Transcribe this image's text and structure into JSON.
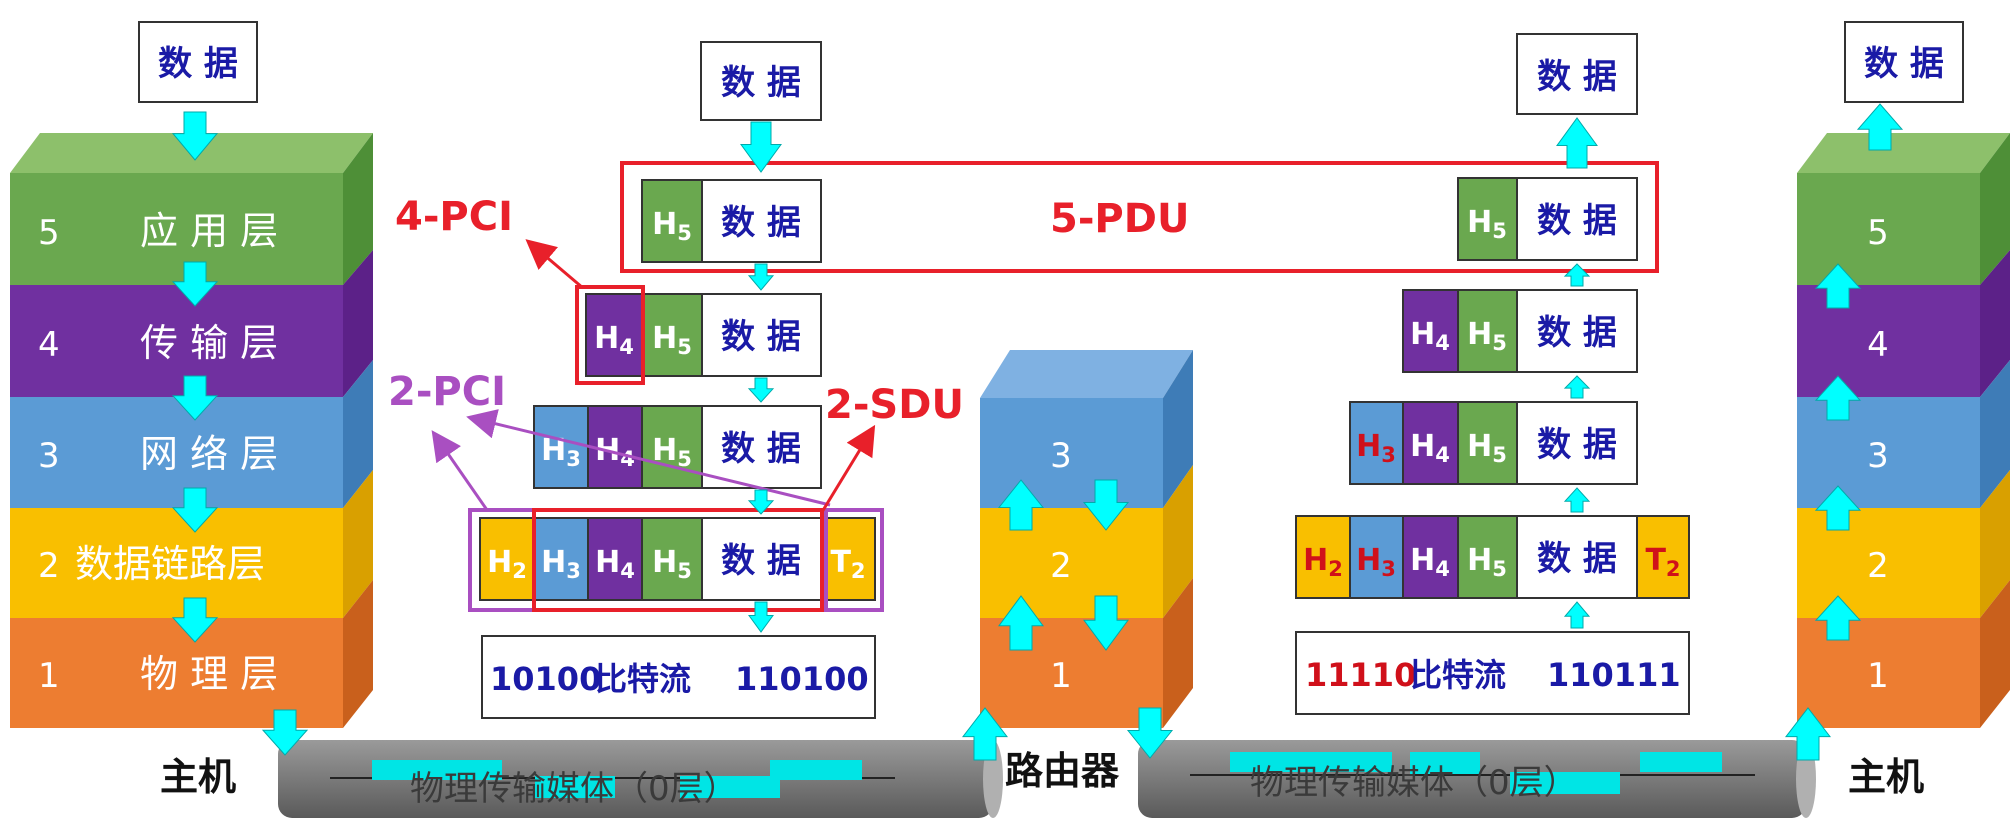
{
  "colors": {
    "l5": "#6aa84f",
    "l4": "#7030a0",
    "l3": "#5b9bd5",
    "l2": "#f9bf00",
    "l1": "#ed7d31",
    "arrow": "#00ffff",
    "red": "#e8202a",
    "purple": "#a94fc1",
    "blue": "#1a1aa6",
    "h_red": "#d0101a"
  },
  "labels": {
    "data": "数 据",
    "host": "主机",
    "router": "路由器",
    "medium": "物理传输媒体（0层）",
    "pci4": "4-PCI",
    "pci2": "2-PCI",
    "sdu2": "2-SDU",
    "pdu5": "5-PDU",
    "bits_left": {
      "a": "10100",
      "mid": "比特流",
      "b": "110100"
    },
    "bits_right": {
      "a": "11110",
      "mid": "比特流",
      "b": "110111"
    }
  },
  "host_left_layers": [
    {
      "num": "5",
      "name": "应 用 层"
    },
    {
      "num": "4",
      "name": "传 输 层"
    },
    {
      "num": "3",
      "name": "网 络 层"
    },
    {
      "num": "2",
      "name": "数据链路层"
    },
    {
      "num": "1",
      "name": "物 理 层"
    }
  ],
  "host_right_layers": [
    "5",
    "4",
    "3",
    "2",
    "1"
  ],
  "router_layers": [
    "3",
    "2",
    "1"
  ],
  "headers": {
    "h5": "H5",
    "h4": "H4",
    "h3": "H3",
    "h2": "H2",
    "t2": "T2"
  }
}
